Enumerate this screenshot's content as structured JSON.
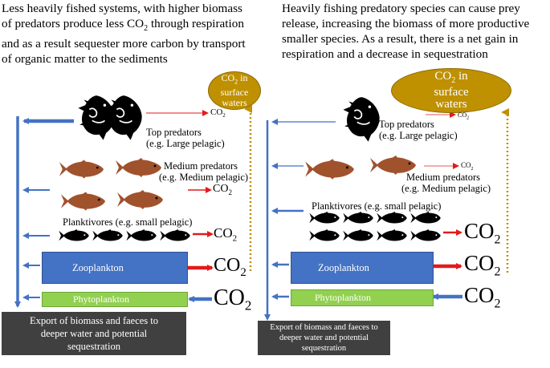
{
  "left_panel": {
    "caption_line1": "Less heavily fished systems, with higher biomass",
    "caption_line2_a": "of predators produce less CO",
    "caption_line2_sub": "2",
    "caption_line2_b": " through respiration",
    "caption_line3": "and as a result sequester more carbon by transport",
    "caption_line4": "of organic matter to the sediments",
    "ellipse_a": "CO",
    "ellipse_sub": "2",
    "ellipse_b": " in",
    "ellipse_c": "surface",
    "ellipse_d": "waters",
    "top_predators": "Top predators",
    "top_predators_eg": "(e.g. Large pelagic)",
    "medium_predators": "Medium predators",
    "medium_predators_eg": "(e.g. Medium pelagic)",
    "planktivores": "Planktivores (e.g. small pelagic)",
    "zooplankton": "Zooplankton",
    "phytoplankton": "Phytoplankton",
    "export_line1": "Export of biomass and faeces to",
    "export_line2": "deeper water and potential",
    "export_line3": "sequestration"
  },
  "right_panel": {
    "caption_line1": "Heavily fishing predatory species can cause prey",
    "caption_line2": "release, increasing the biomass of more productive",
    "caption_line3": "smaller species. As a result, there is a net gain in",
    "caption_line4": "respiration and a decrease in sequestration",
    "ellipse_a": "CO",
    "ellipse_sub": "2",
    "ellipse_b": " in",
    "ellipse_c": "surface",
    "ellipse_d": "waters",
    "top_predators": "Top predators",
    "top_predators_eg": "(e.g. Large pelagic)",
    "medium_predators": "Medium predators",
    "medium_predators_eg": "(e.g. Medium pelagic)",
    "planktivores": "Planktivores (e.g. small pelagic)",
    "zooplankton": "Zooplankton",
    "phytoplankton": "Phytoplankton",
    "export_line1": "Export of biomass and faeces to",
    "export_line2": "deeper water and potential",
    "export_line3": "sequestration"
  },
  "co2": {
    "main": "CO",
    "sub": "2"
  },
  "colors": {
    "blue_arrow": "#4472c4",
    "red_arrow": "#e31a1c",
    "gold": "#bf9000",
    "fish_brown": "#a0522d",
    "fish_black": "#000000",
    "zooplankton_box": "#4472c4",
    "phytoplankton_box": "#92d050",
    "export_box": "#404040"
  },
  "icons": [
    "large-pelagic-fish-icon",
    "medium-pelagic-fish-icon",
    "small-pelagic-fish-icon",
    "zooplankton-icon",
    "phytoplankton-icon"
  ]
}
